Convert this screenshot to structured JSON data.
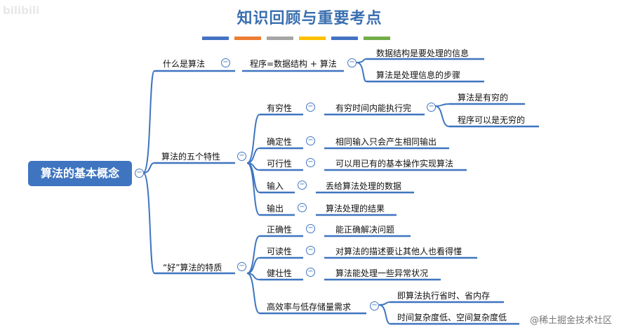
{
  "title": "知识回顾与重要考点",
  "swatch_colors": [
    "#4472c4",
    "#ed7d31",
    "#a5a5a5",
    "#ffc000",
    "#4472c4",
    "#70ad47"
  ],
  "bilibili_logo": "bilibili",
  "root": "算法的基本概念",
  "branch1": {
    "label": "什么是算法",
    "child": "程序=数据结构 + 算法",
    "leaves": [
      "数据结构是要处理的信息",
      "算法是处理信息的步骤"
    ]
  },
  "branch2": {
    "label": "算法的五个特性",
    "items": [
      {
        "label": "有穷性",
        "desc": "有穷时间内能执行完",
        "leaves": [
          "算法是有穷的",
          "程序可以是无穷的"
        ]
      },
      {
        "label": "确定性",
        "desc": "相同输入只会产生相同输出"
      },
      {
        "label": "可行性",
        "desc": "可以用已有的基本操作实现算法"
      },
      {
        "label": "输入",
        "desc": "丢给算法处理的数据"
      },
      {
        "label": "输出",
        "desc": "算法处理的结果"
      }
    ]
  },
  "branch3": {
    "label": "“好”算法的特质",
    "items": [
      {
        "label": "正确性",
        "desc": "能正确解决问题"
      },
      {
        "label": "可读性",
        "desc": "对算法的描述要让其他人也看得懂"
      },
      {
        "label": "健壮性",
        "desc": "算法能处理一些异常状况"
      },
      {
        "label": "高效率与低存储量需求",
        "leaves": [
          "即算法执行省时、省内存",
          "时间复杂度低、空间复杂度低"
        ]
      }
    ]
  },
  "collapse_symbol": "−",
  "watermark": "@稀土掘金技术社区"
}
